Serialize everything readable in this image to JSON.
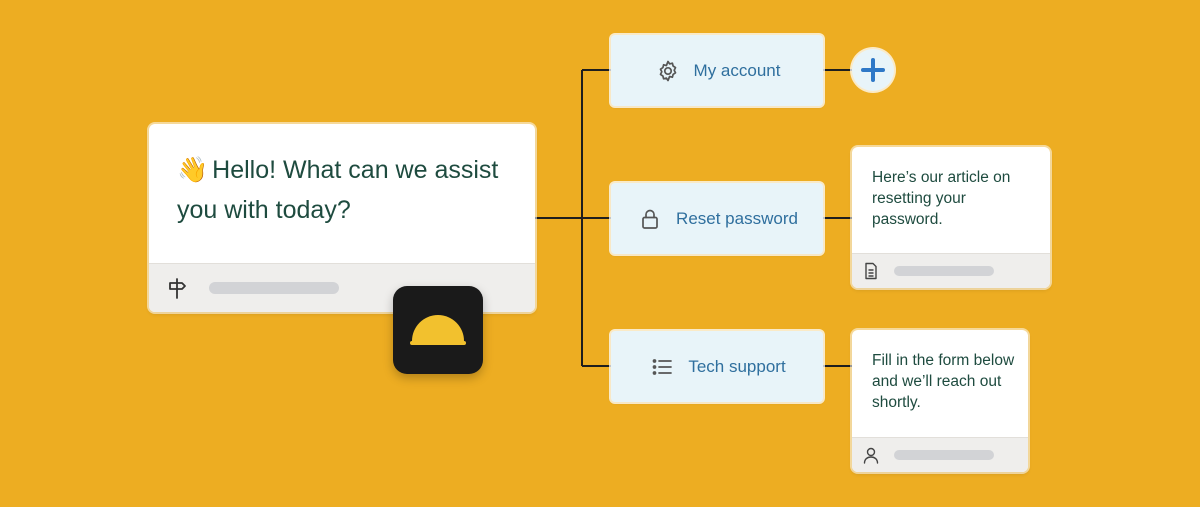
{
  "greeting": {
    "emoji": "👋",
    "text": "Hello! What can we assist you with today?"
  },
  "options": [
    {
      "label": "My account",
      "icon": "gear-icon"
    },
    {
      "label": "Reset password",
      "icon": "lock-icon"
    },
    {
      "label": "Tech support",
      "icon": "list-icon"
    }
  ],
  "replies": [
    {
      "text": "Here’s our article on resetting your password.",
      "icon": "document-icon"
    },
    {
      "text": "Fill in the form below and we’ll reach out shortly.",
      "icon": "person-icon"
    }
  ],
  "icons": {
    "greeting_footer": "signpost-icon",
    "add": "plus-icon",
    "app": "sunrise-app-icon"
  },
  "colors": {
    "background": "#EDAD22",
    "card": "#FFFFFF",
    "option_fill": "#E8F4F9",
    "option_text": "#2F6F9E",
    "body_text": "#1E4B3F",
    "accent_blue": "#2E78C7",
    "app_icon": "#1A1A1A",
    "app_sun": "#F2C12E"
  }
}
